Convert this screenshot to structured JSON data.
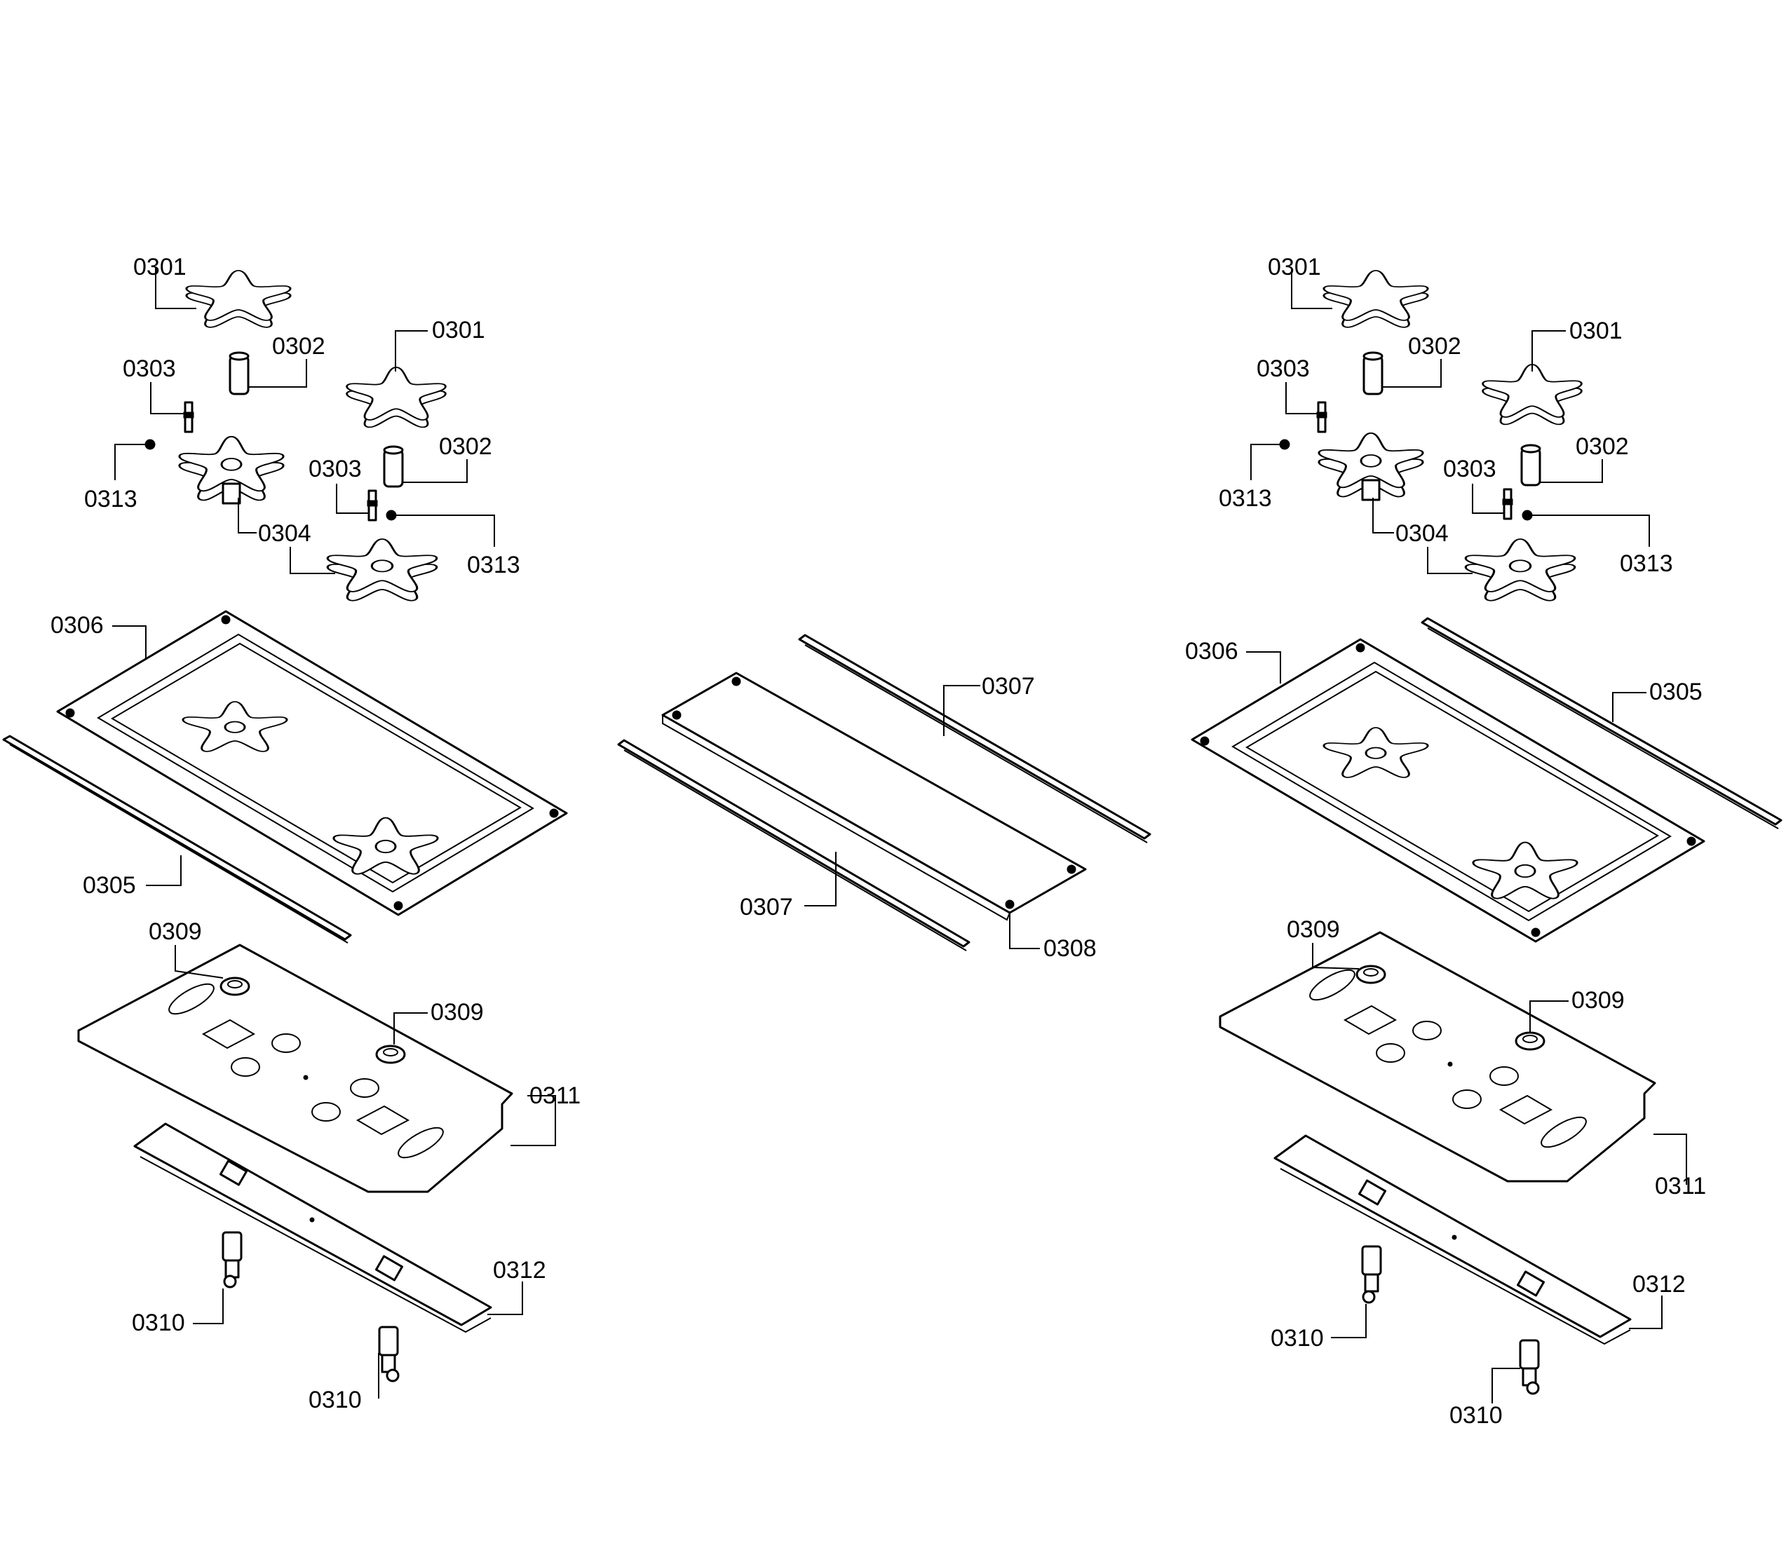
{
  "callouts": [
    {
      "id": "l-0301-a",
      "text": "0301"
    },
    {
      "id": "l-0302-a",
      "text": "0302"
    },
    {
      "id": "l-0303-a",
      "text": "0303"
    },
    {
      "id": "l-0313-a",
      "text": "0313"
    },
    {
      "id": "l-0301-b",
      "text": "0301"
    },
    {
      "id": "l-0302-b",
      "text": "0302"
    },
    {
      "id": "l-0303-b",
      "text": "0303"
    },
    {
      "id": "l-0304-a",
      "text": "0304"
    },
    {
      "id": "l-0313-b",
      "text": "0313"
    },
    {
      "id": "l-0306-a",
      "text": "0306"
    },
    {
      "id": "l-0305-a",
      "text": "0305"
    },
    {
      "id": "l-0309-a",
      "text": "0309"
    },
    {
      "id": "l-0309-b",
      "text": "0309"
    },
    {
      "id": "l-0311-a",
      "text": "0311"
    },
    {
      "id": "l-0312-a",
      "text": "0312"
    },
    {
      "id": "l-0310-a",
      "text": "0310"
    },
    {
      "id": "l-0310-b",
      "text": "0310"
    },
    {
      "id": "l-0307-a",
      "text": "0307"
    },
    {
      "id": "l-0307-b",
      "text": "0307"
    },
    {
      "id": "l-0308-a",
      "text": "0308"
    },
    {
      "id": "r-0301-a",
      "text": "0301"
    },
    {
      "id": "r-0302-a",
      "text": "0302"
    },
    {
      "id": "r-0303-a",
      "text": "0303"
    },
    {
      "id": "r-0313-a",
      "text": "0313"
    },
    {
      "id": "r-0301-b",
      "text": "0301"
    },
    {
      "id": "r-0302-b",
      "text": "0302"
    },
    {
      "id": "r-0303-b",
      "text": "0303"
    },
    {
      "id": "r-0304-a",
      "text": "0304"
    },
    {
      "id": "r-0313-b",
      "text": "0313"
    },
    {
      "id": "r-0306-a",
      "text": "0306"
    },
    {
      "id": "r-0305-a",
      "text": "0305"
    },
    {
      "id": "r-0309-a",
      "text": "0309"
    },
    {
      "id": "r-0309-b",
      "text": "0309"
    },
    {
      "id": "r-0311-a",
      "text": "0311"
    },
    {
      "id": "r-0312-a",
      "text": "0312"
    },
    {
      "id": "r-0310-a",
      "text": "0310"
    },
    {
      "id": "r-0310-b",
      "text": "0310"
    }
  ]
}
